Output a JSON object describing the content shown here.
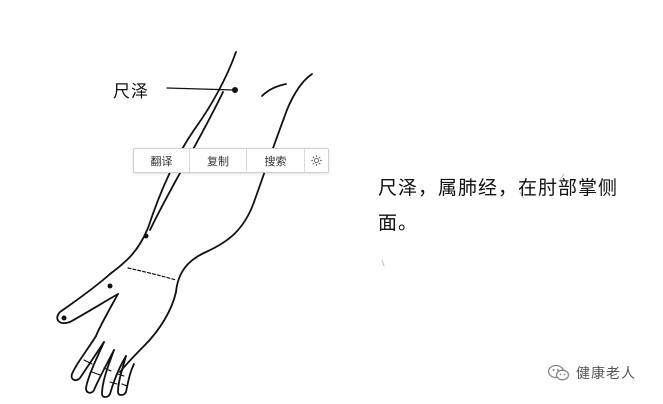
{
  "figure": {
    "acupoint_label": "尺泽"
  },
  "toolbar": {
    "translate_label": "翻译",
    "copy_label": "复制",
    "search_label": "搜索",
    "settings_icon": "gear-icon"
  },
  "description": {
    "text": "尺泽，属肺经，在肘部掌侧面。"
  },
  "watermark": {
    "icon": "wechat-icon",
    "text": "健康老人"
  }
}
